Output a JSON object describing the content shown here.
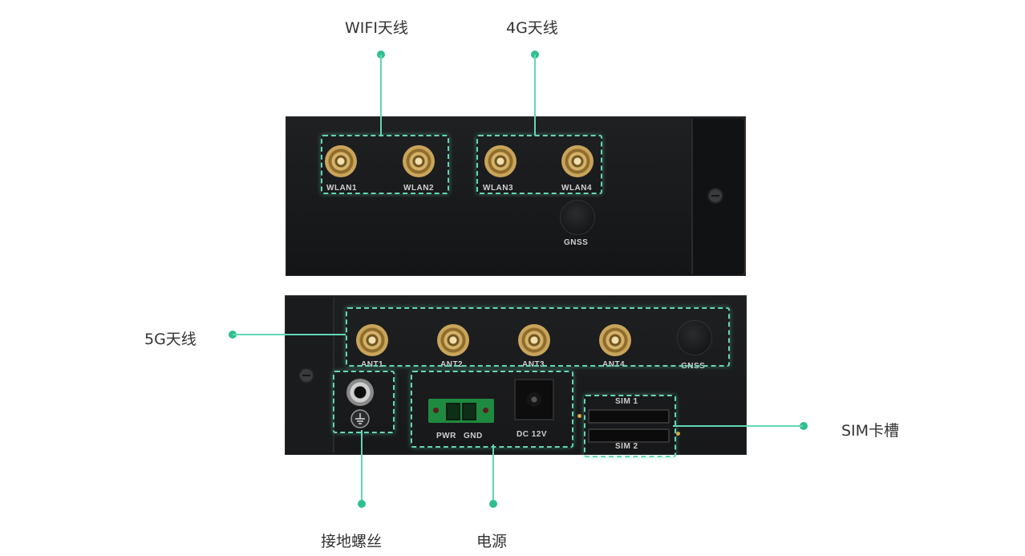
{
  "callouts": {
    "wifi": "WIFI天线",
    "lte": "4G天线",
    "nr": "5G天线",
    "sim": "SIM卡槽",
    "ground": "接地螺丝",
    "power": "电源"
  },
  "top_panel": {
    "ports": [
      "WLAN1",
      "WLAN2",
      "WLAN3",
      "WLAN4"
    ],
    "gnss": "GNSS"
  },
  "bottom_panel": {
    "ports": [
      "ANT1",
      "ANT2",
      "ANT3",
      "ANT4"
    ],
    "gnss": "GNSS",
    "power_labels": [
      "PWR",
      "GND"
    ],
    "dc_label": "DC 12V",
    "sim_labels": [
      "SIM 1",
      "SIM 2"
    ]
  },
  "colors": {
    "highlight": "#63d6b5",
    "dot": "#2fbf8e",
    "device": "#1b1c1e"
  }
}
